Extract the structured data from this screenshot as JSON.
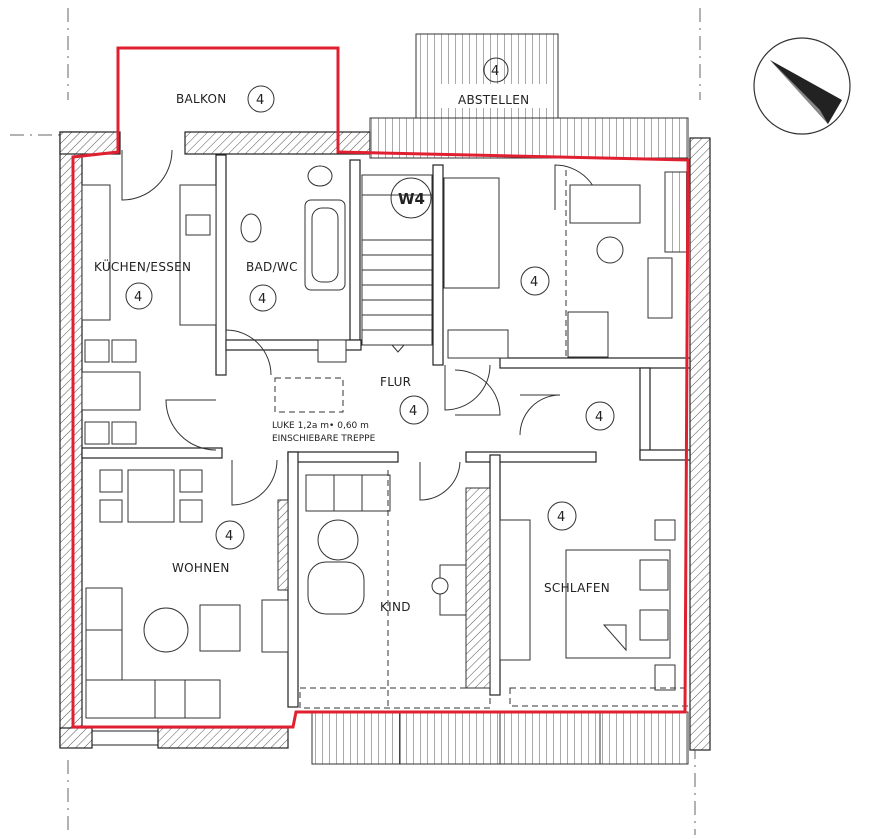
{
  "rooms": {
    "balkon": {
      "label": "BALKON",
      "number": "4"
    },
    "abstellen": {
      "label": "ABSTELLEN",
      "number": "4"
    },
    "kuechen": {
      "label": "KÜCHEN/ESSEN",
      "number": "4"
    },
    "bad": {
      "label": "BAD/WC",
      "number": "4"
    },
    "w4": {
      "label": "W4"
    },
    "room_ne": {
      "number": "4"
    },
    "flur": {
      "label": "FLUR",
      "number": "4"
    },
    "room_e": {
      "number": "4"
    },
    "wohnen": {
      "label": "WOHNEN",
      "number": "4"
    },
    "kind": {
      "label": "KIND"
    },
    "schlafen": {
      "label": "SCHLAFEN",
      "number": "4"
    }
  },
  "notes": {
    "luke_line1": "LUKE 1,2a m• 0,60 m",
    "luke_line2": "EINSCHIEBARE TREPPE"
  },
  "colors": {
    "outline": "#e02030",
    "lines": "#222222",
    "hatch": "#555555"
  },
  "icons": {
    "north_arrow": "compass-north-arrow-icon"
  }
}
